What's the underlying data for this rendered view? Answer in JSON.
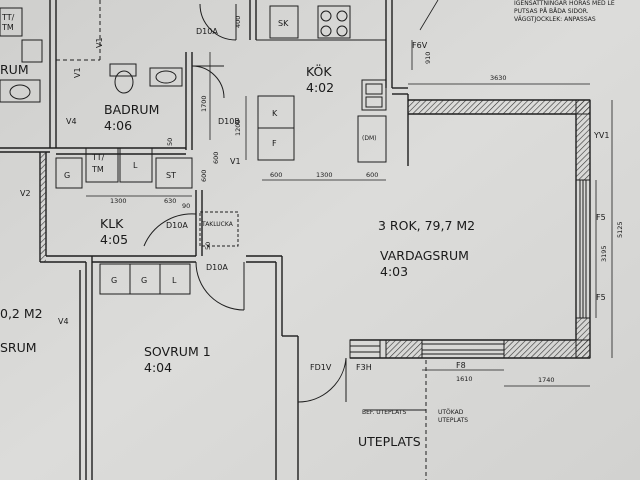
{
  "notes": [
    "IGENSATTNINGAR HÖRAS MED LE",
    "PUTSAS PÅ BÅDA SIDOR.",
    "VÄGGTJOCKLEK: ANPASSAS"
  ],
  "rooms": [
    {
      "name": "BADRUM",
      "code": "4:06"
    },
    {
      "name": "KÖK",
      "code": "4:02"
    },
    {
      "name": "KLK",
      "code": "4:05"
    },
    {
      "name": "VARDAGSRUM",
      "code": "4:03",
      "type": "3 ROK, 79,7 M2"
    },
    {
      "name": "SOVRUM 1",
      "code": "4:04"
    },
    {
      "name": "UTEPLATS"
    }
  ],
  "left_room": {
    "area": "0,2 M2",
    "name": "SRUM"
  },
  "left_top_room": "RUM",
  "labels": {
    "tt_tm_top": "TT/",
    "tt_tm_bottom": "TM",
    "tt_tm2_top": "TT/",
    "tt_tm2_bottom": "TM",
    "l": "L",
    "g": "G",
    "st": "ST",
    "sk": "SK",
    "k": "K",
    "f": "F",
    "dm": "(DM)",
    "wardrobe": [
      "G",
      "G",
      "L"
    ],
    "takklucka": "TAKLUCKA",
    "bef_uteplats": "BEF. UTEPLATS",
    "utokad_uteplats_1": "UTÖKAD",
    "utokad_uteplats_2": "UTEPLATS"
  },
  "doors": {
    "d10a_1": "D10A",
    "d10a_2": "D10A",
    "d10a_3": "D10A",
    "d10b": "D10B",
    "fd1v": "FD1V",
    "f3h": "F3H",
    "f8": "F8",
    "f5_1": "F5",
    "f5_2": "F5",
    "f6v": "F6V",
    "yv1": "YV1",
    "v1_1": "V1",
    "v1_2": "V1",
    "v1_3": "V1",
    "v2": "V2",
    "v4_1": "V4",
    "v4_2": "V4"
  },
  "dimensions": {
    "d3630": "3630",
    "d5125": "5125",
    "d3195": "3195",
    "d1740": "1740",
    "d1610": "1610",
    "d910": "910",
    "d1700": "1700",
    "d1200": "1200",
    "d600a": "600",
    "d1300a": "1300",
    "d600b": "600",
    "d1300b": "1300",
    "d630": "630",
    "d600c": "600",
    "d400": "400",
    "d50a": "50",
    "d50b": "50",
    "d90": "90",
    "d600d": "600"
  }
}
